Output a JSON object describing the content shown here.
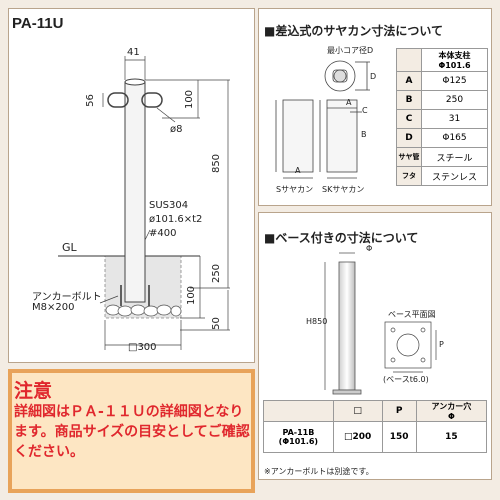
{
  "left": {
    "title": "PA-11U",
    "dim_top": "41",
    "dim_56": "56",
    "dim_100_top": "100",
    "dim_phi8": "ø8",
    "dim_850": "850",
    "material": "SUS304",
    "pipe": "ø101.6×t2",
    "hash400": "#400",
    "gl": "GL",
    "dim_250": "250",
    "dim_100_bot": "100",
    "dim_50": "50",
    "anchor_label": "アンカーボルト",
    "anchor_size": "M8×200",
    "dim_300": "□300"
  },
  "note": {
    "title": "注意",
    "text": "詳細図はＰＡ-１１Ｕの詳細図となります。商品サイズの目安としてご確認ください。"
  },
  "sayakan": {
    "title": "■差込式のサヤカン寸法について",
    "min_core": "最小コア径D",
    "label_s": "Sサヤカン",
    "label_sk": "SKサヤカン",
    "lbl_a": "A",
    "lbl_b": "B",
    "lbl_c": "C",
    "lbl_d": "D",
    "table": {
      "header": "本体支柱\nΦ101.6",
      "rows": [
        {
          "k": "A",
          "v": "Φ125"
        },
        {
          "k": "B",
          "v": "250"
        },
        {
          "k": "C",
          "v": "31"
        },
        {
          "k": "D",
          "v": "Φ165"
        },
        {
          "k": "サヤ管",
          "v": "スチール"
        },
        {
          "k": "フタ",
          "v": "ステンレス"
        }
      ]
    }
  },
  "base": {
    "title": "■ベース付きの寸法について",
    "phi": "Φ",
    "h850": "H850",
    "plan_label": "ベース平面図",
    "p_label": "P",
    "plate": "(ベースt6.0)",
    "table": {
      "headers": [
        "",
        "□",
        "P",
        "アンカー穴\nΦ"
      ],
      "row": [
        "PA-11B\n(Φ101.6)",
        "□200",
        "150",
        "15"
      ]
    },
    "footnote": "※アンカーボルトは別途です。"
  }
}
